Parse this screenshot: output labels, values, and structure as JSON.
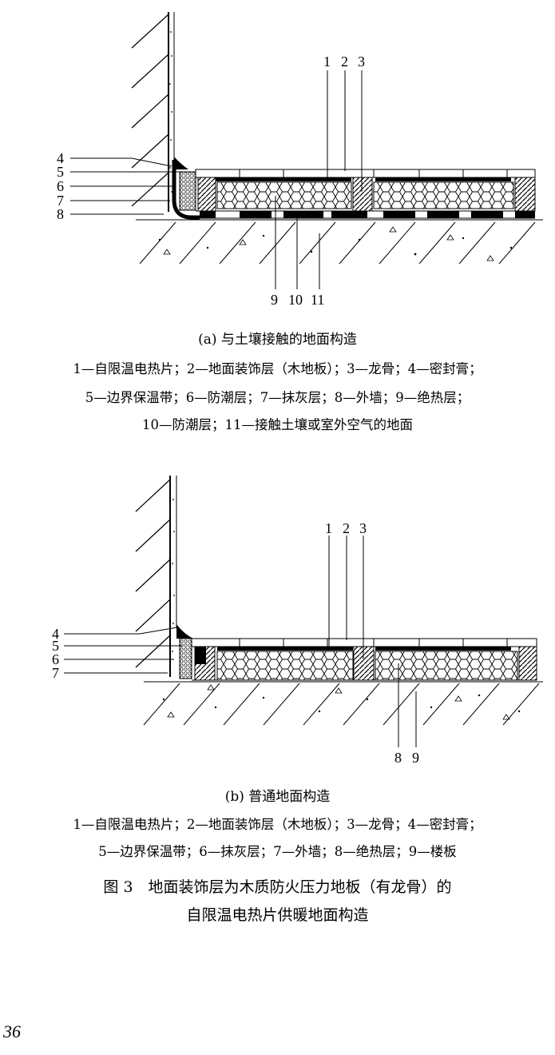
{
  "diagram_a": {
    "labels_left": [
      "4",
      "5",
      "6",
      "7",
      "8"
    ],
    "labels_top": [
      "1",
      "2",
      "3"
    ],
    "labels_bottom": [
      "9",
      "10",
      "11"
    ],
    "caption": "(a) 与土壤接触的地面构造",
    "legend": [
      "1—自限温电热片；2—地面装饰层（木地板）；3—龙骨；4—密封膏；",
      "5—边界保温带；6—防潮层；7—抹灰层；8—外墙；9—绝热层；",
      "10—防潮层；11—接触土壤或室外空气的地面"
    ]
  },
  "diagram_b": {
    "labels_left": [
      "4",
      "5",
      "6",
      "7"
    ],
    "labels_top": [
      "1",
      "2",
      "3"
    ],
    "labels_bottom": [
      "8",
      "9"
    ],
    "caption": "(b) 普通地面构造",
    "legend": [
      "1—自限温电热片；2—地面装饰层（木地板）；3—龙骨；4—密封膏；",
      "5—边界保温带；6—抹灰层；7—外墙；8—绝热层；9—楼板"
    ]
  },
  "figure_title": [
    "图 3　地面装饰层为木质防火压力地板（有龙骨）的",
    "自限温电热片供暖地面构造"
  ],
  "page_number": "36"
}
